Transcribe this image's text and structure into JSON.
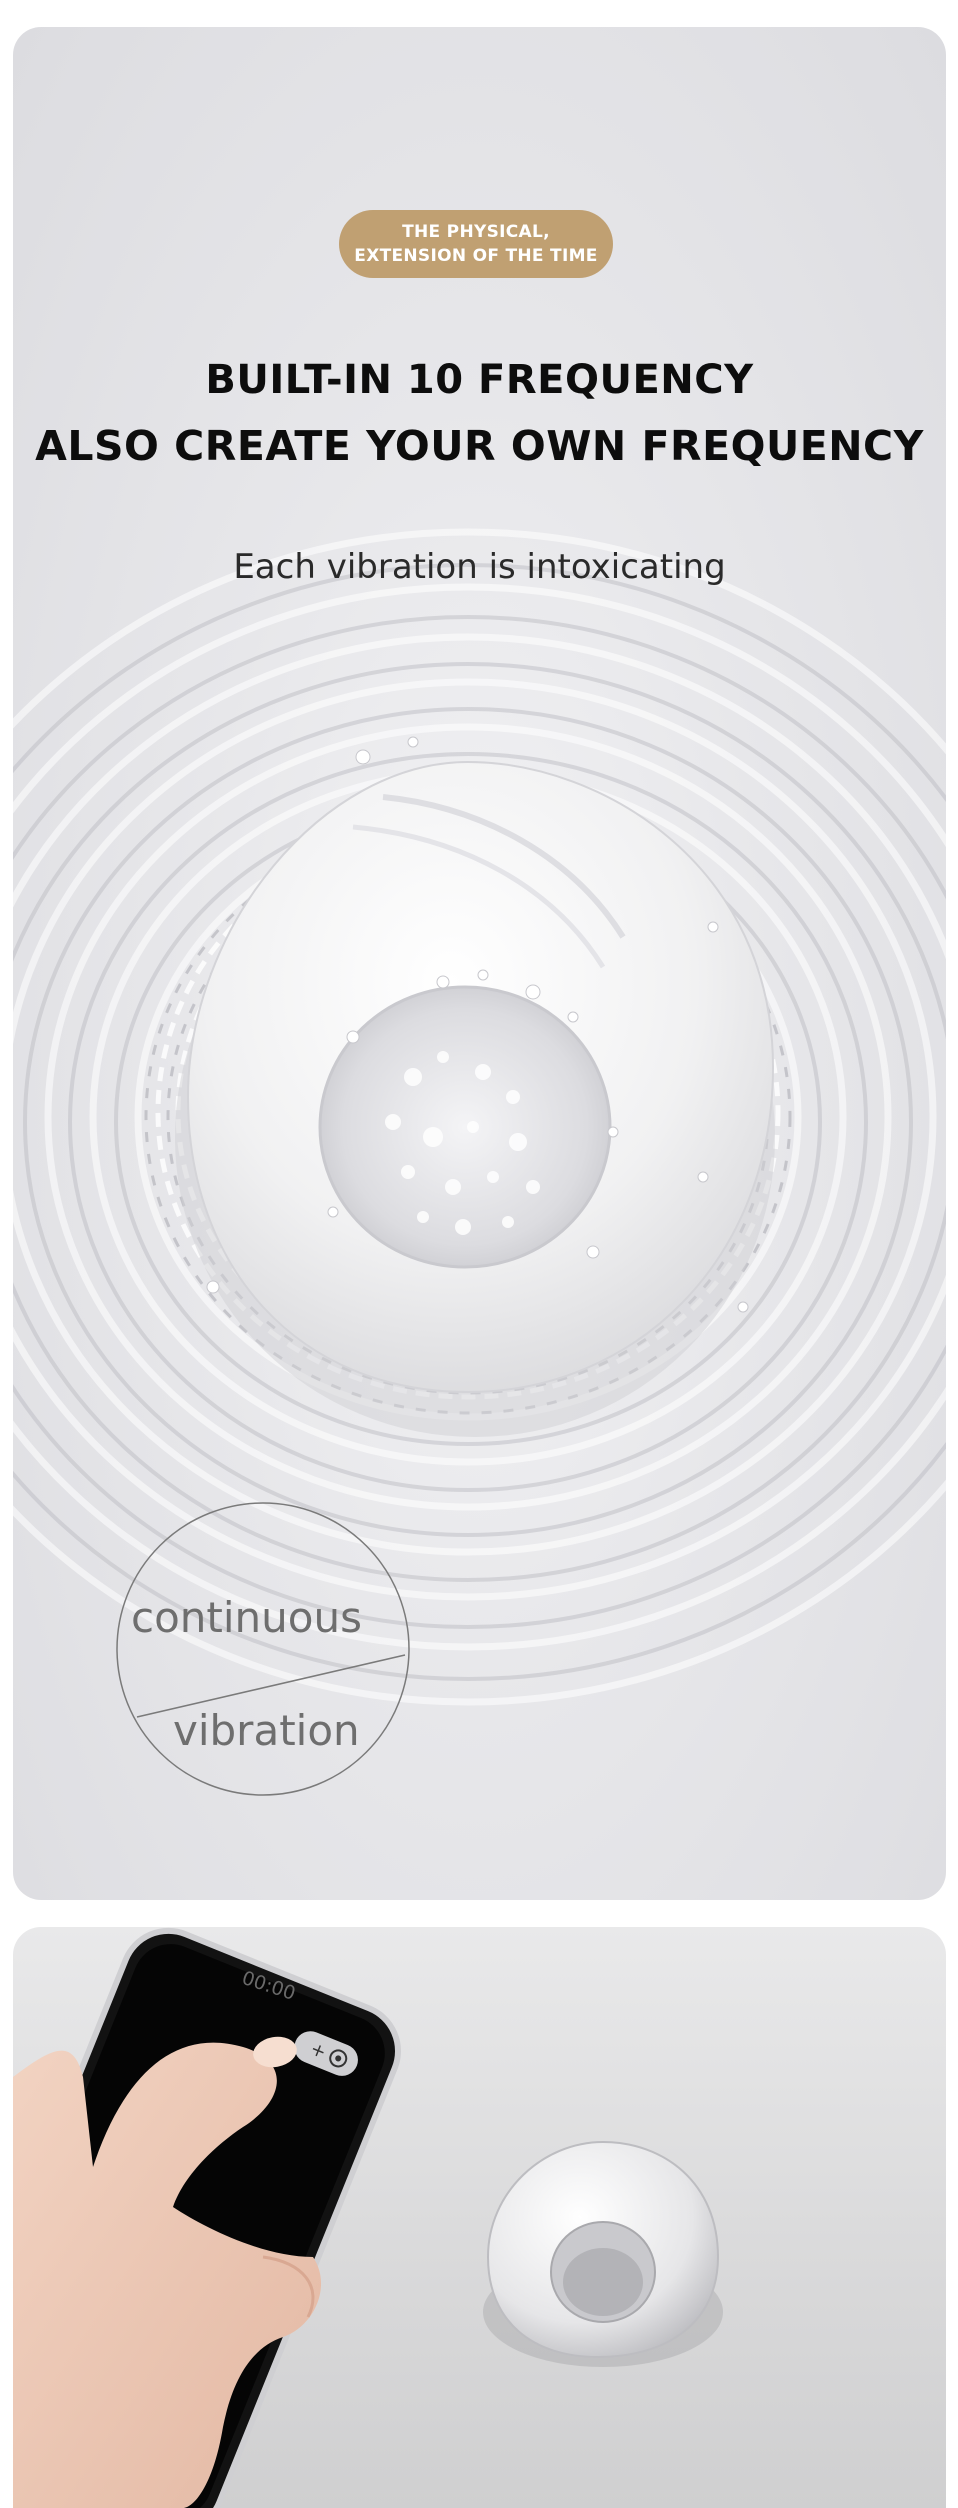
{
  "hero": {
    "badge_line1": "THE PHYSICAL,",
    "badge_line2": "EXTENSION OF THE TIME",
    "headline_line1": "BUILT-IN 10 FREQUENCY",
    "headline_line2": "ALSO CREATE YOUR OWN FREQUENCY",
    "subheadline": "Each vibration is intoxicating",
    "stamp_word1": "continuous",
    "stamp_word2": "vibration"
  },
  "app_demo": {
    "phone_timer": "00:00"
  },
  "colors": {
    "badge_bg": "#c0a072",
    "headline": "#0d0d0d",
    "panel_bg": "#e7e7ea"
  }
}
